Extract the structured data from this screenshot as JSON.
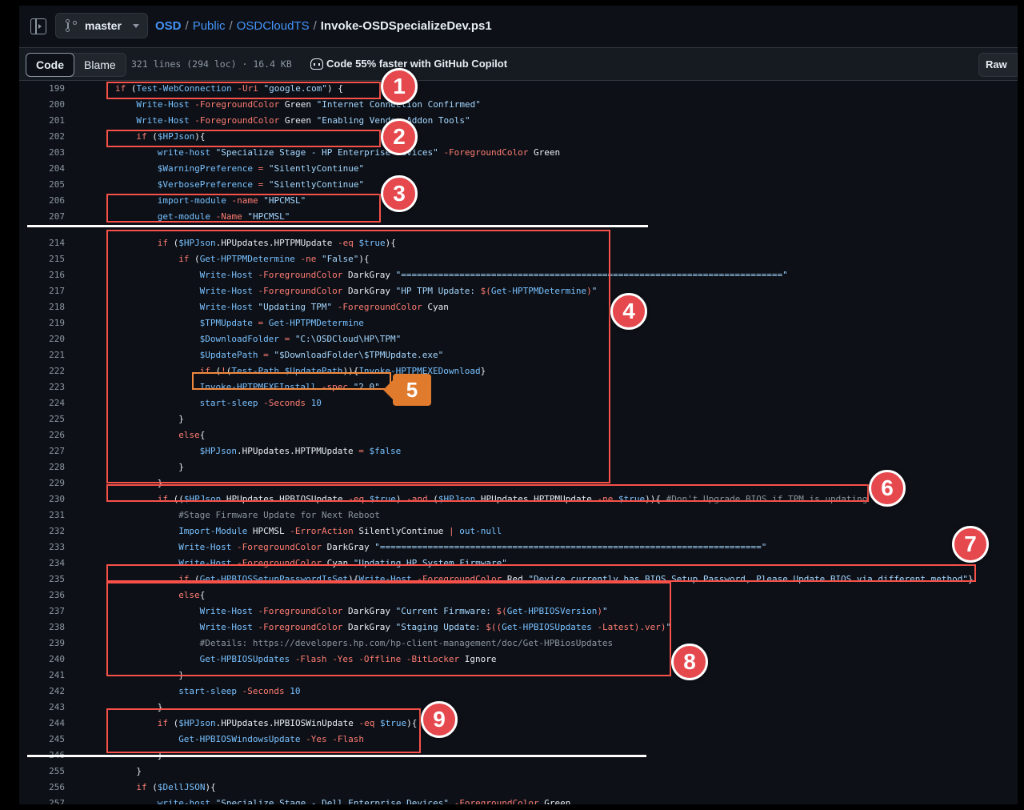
{
  "header": {
    "branch": "master",
    "breadcrumbs": [
      "OSD",
      "Public",
      "OSDCloudTS"
    ],
    "separator": "/",
    "file_name": "Invoke-OSDSpecializeDev.ps1"
  },
  "toolbar": {
    "tabs": [
      "Code",
      "Blame"
    ],
    "file_meta": "321 lines (294 loc) · 16.4 KB",
    "copilot_text": "Code 55% faster with GitHub Copilot",
    "raw_label": "Raw"
  },
  "colors": {
    "highlight": "#f85149",
    "badge": "#e5484d",
    "tag": "#e07a2c",
    "link": "#4493f8"
  },
  "icons": [
    "sidepanel-icon",
    "git-branch-icon",
    "chevron-down-icon",
    "copilot-icon"
  ],
  "code_lines": [
    {
      "n": "199",
      "indent": 1,
      "tokens": [
        [
          "k",
          "if"
        ],
        [
          "t",
          " ("
        ],
        [
          "c",
          "Test-WebConnection"
        ],
        [
          "t",
          " "
        ],
        [
          "k",
          "-Uri"
        ],
        [
          "t",
          " "
        ],
        [
          "s",
          "\"google.com\""
        ],
        [
          "t",
          ") {"
        ]
      ]
    },
    {
      "n": "200",
      "indent": 2,
      "tokens": [
        [
          "c",
          "Write-Host"
        ],
        [
          "t",
          " "
        ],
        [
          "k",
          "-ForegroundColor"
        ],
        [
          "t",
          " Green "
        ],
        [
          "s",
          "\"Internet Connection Confirmed\""
        ]
      ]
    },
    {
      "n": "201",
      "indent": 2,
      "tokens": [
        [
          "c",
          "Write-Host"
        ],
        [
          "t",
          " "
        ],
        [
          "k",
          "-ForegroundColor"
        ],
        [
          "t",
          " Green "
        ],
        [
          "s",
          "\"Enabling Vendor Addon Tools\""
        ]
      ]
    },
    {
      "n": "202",
      "indent": 2,
      "tokens": [
        [
          "k",
          "if"
        ],
        [
          "t",
          " ("
        ],
        [
          "v",
          "$HPJson"
        ],
        [
          "t",
          "){"
        ]
      ]
    },
    {
      "n": "203",
      "indent": 3,
      "tokens": [
        [
          "c",
          "write-host"
        ],
        [
          "t",
          " "
        ],
        [
          "s",
          "\"Specialize Stage - HP Enterprise Devices\""
        ],
        [
          "t",
          " "
        ],
        [
          "k",
          "-ForegroundColor"
        ],
        [
          "t",
          " Green"
        ]
      ]
    },
    {
      "n": "204",
      "indent": 3,
      "tokens": [
        [
          "v",
          "$WarningPreference"
        ],
        [
          "t",
          " "
        ],
        [
          "k",
          "="
        ],
        [
          "t",
          " "
        ],
        [
          "s",
          "\"SilentlyContinue\""
        ]
      ]
    },
    {
      "n": "205",
      "indent": 3,
      "tokens": [
        [
          "v",
          "$VerbosePreference"
        ],
        [
          "t",
          " "
        ],
        [
          "k",
          "="
        ],
        [
          "t",
          " "
        ],
        [
          "s",
          "\"SilentlyContinue\""
        ]
      ]
    },
    {
      "n": "206",
      "indent": 3,
      "tokens": [
        [
          "c",
          "import-module"
        ],
        [
          "t",
          " "
        ],
        [
          "k",
          "-name"
        ],
        [
          "t",
          " "
        ],
        [
          "s",
          "\"HPCMSL\""
        ]
      ]
    },
    {
      "n": "207",
      "indent": 3,
      "tokens": [
        [
          "c",
          "get-module"
        ],
        [
          "t",
          " "
        ],
        [
          "k",
          "-Name"
        ],
        [
          "t",
          " "
        ],
        [
          "s",
          "\"HPCMSL\""
        ]
      ]
    },
    {
      "n": "214",
      "indent": 3,
      "tokens": [
        [
          "k",
          "if"
        ],
        [
          "t",
          " ("
        ],
        [
          "v",
          "$HPJson"
        ],
        [
          "t",
          ".HPUpdates.HPTPMUpdate "
        ],
        [
          "k",
          "-eq"
        ],
        [
          "t",
          " "
        ],
        [
          "v",
          "$true"
        ],
        [
          "t",
          "){"
        ]
      ]
    },
    {
      "n": "215",
      "indent": 4,
      "tokens": [
        [
          "k",
          "if"
        ],
        [
          "t",
          " ("
        ],
        [
          "c",
          "Get-HPTPMDetermine"
        ],
        [
          "t",
          " "
        ],
        [
          "k",
          "-ne"
        ],
        [
          "t",
          " "
        ],
        [
          "s",
          "\"False\""
        ],
        [
          "t",
          "){"
        ]
      ]
    },
    {
      "n": "216",
      "indent": 5,
      "tokens": [
        [
          "c",
          "Write-Host"
        ],
        [
          "t",
          " "
        ],
        [
          "k",
          "-ForegroundColor"
        ],
        [
          "t",
          " DarkGray "
        ],
        [
          "s",
          "\"========================================================================\""
        ]
      ]
    },
    {
      "n": "217",
      "indent": 5,
      "tokens": [
        [
          "c",
          "Write-Host"
        ],
        [
          "t",
          " "
        ],
        [
          "k",
          "-ForegroundColor"
        ],
        [
          "t",
          " DarkGray "
        ],
        [
          "s",
          "\"HP TPM Update: "
        ],
        [
          "k",
          "$("
        ],
        [
          "c",
          "Get-HPTPMDetermine"
        ],
        [
          "k",
          ")"
        ],
        [
          "s",
          "\""
        ]
      ]
    },
    {
      "n": "218",
      "indent": 5,
      "tokens": [
        [
          "c",
          "Write-Host"
        ],
        [
          "t",
          " "
        ],
        [
          "s",
          "\"Updating TPM\""
        ],
        [
          "t",
          " "
        ],
        [
          "k",
          "-ForegroundColor"
        ],
        [
          "t",
          " Cyan"
        ]
      ]
    },
    {
      "n": "219",
      "indent": 5,
      "tokens": [
        [
          "v",
          "$TPMUpdate"
        ],
        [
          "t",
          " "
        ],
        [
          "k",
          "="
        ],
        [
          "t",
          " "
        ],
        [
          "c",
          "Get-HPTPMDetermine"
        ]
      ]
    },
    {
      "n": "220",
      "indent": 5,
      "tokens": [
        [
          "v",
          "$DownloadFolder"
        ],
        [
          "t",
          " "
        ],
        [
          "k",
          "="
        ],
        [
          "t",
          " "
        ],
        [
          "s",
          "\"C:\\OSDCloud\\HP\\TPM\""
        ]
      ]
    },
    {
      "n": "221",
      "indent": 5,
      "tokens": [
        [
          "v",
          "$UpdatePath"
        ],
        [
          "t",
          " "
        ],
        [
          "k",
          "="
        ],
        [
          "t",
          " "
        ],
        [
          "s",
          "\"$DownloadFolder\\$TPMUpdate.exe\""
        ]
      ]
    },
    {
      "n": "222",
      "indent": 5,
      "tokens": [
        [
          "k",
          "if"
        ],
        [
          "t",
          " ("
        ],
        [
          "k",
          "!"
        ],
        [
          "t",
          "("
        ],
        [
          "c",
          "Test-Path"
        ],
        [
          "t",
          " "
        ],
        [
          "v",
          "$UpdatePath"
        ],
        [
          "t",
          "))"
        ],
        [
          "t",
          "{"
        ],
        [
          "c",
          "Invoke-HPTPMEXEDownload"
        ],
        [
          "t",
          "}"
        ]
      ]
    },
    {
      "n": "223",
      "indent": 5,
      "tokens": [
        [
          "c",
          "Invoke-HPTPMEXEInstall"
        ],
        [
          "t",
          " "
        ],
        [
          "k",
          "-spec"
        ],
        [
          "t",
          " "
        ],
        [
          "s",
          "\"2.0\""
        ]
      ]
    },
    {
      "n": "224",
      "indent": 5,
      "tokens": [
        [
          "c",
          "start-sleep"
        ],
        [
          "t",
          " "
        ],
        [
          "k",
          "-Seconds"
        ],
        [
          "t",
          " "
        ],
        [
          "v",
          "10"
        ]
      ]
    },
    {
      "n": "225",
      "indent": 4,
      "tokens": [
        [
          "t",
          "}"
        ]
      ]
    },
    {
      "n": "226",
      "indent": 4,
      "tokens": [
        [
          "k",
          "else"
        ],
        [
          "t",
          "{"
        ]
      ]
    },
    {
      "n": "227",
      "indent": 5,
      "tokens": [
        [
          "v",
          "$HPJson"
        ],
        [
          "t",
          ".HPUpdates.HPTPMUpdate "
        ],
        [
          "k",
          "="
        ],
        [
          "t",
          " "
        ],
        [
          "v",
          "$false"
        ]
      ]
    },
    {
      "n": "228",
      "indent": 4,
      "tokens": [
        [
          "t",
          "}"
        ]
      ]
    },
    {
      "n": "229",
      "indent": 3,
      "tokens": [
        [
          "t",
          "}"
        ]
      ]
    },
    {
      "n": "230",
      "indent": 3,
      "tokens": [
        [
          "k",
          "if"
        ],
        [
          "t",
          " (("
        ],
        [
          "v",
          "$HPJson"
        ],
        [
          "t",
          ".HPUpdates.HPBIOSUpdate "
        ],
        [
          "k",
          "-eq"
        ],
        [
          "t",
          " "
        ],
        [
          "v",
          "$true"
        ],
        [
          "t",
          ") "
        ],
        [
          "k",
          "-and"
        ],
        [
          "t",
          " ("
        ],
        [
          "v",
          "$HPJson"
        ],
        [
          "t",
          ".HPUpdates.HPTPMUpdate "
        ],
        [
          "k",
          "-ne"
        ],
        [
          "t",
          " "
        ],
        [
          "v",
          "$true"
        ],
        [
          "t",
          ")){ "
        ],
        [
          "m",
          "#Don't Upgrade BIOS if TPM is updating"
        ]
      ]
    },
    {
      "n": "231",
      "indent": 4,
      "tokens": [
        [
          "m",
          "#Stage Firmware Update for Next Reboot"
        ]
      ]
    },
    {
      "n": "232",
      "indent": 4,
      "tokens": [
        [
          "c",
          "Import-Module"
        ],
        [
          "t",
          " HPCMSL "
        ],
        [
          "k",
          "-ErrorAction"
        ],
        [
          "t",
          " SilentlyContinue "
        ],
        [
          "k",
          "|"
        ],
        [
          "t",
          " "
        ],
        [
          "c",
          "out-null"
        ]
      ]
    },
    {
      "n": "233",
      "indent": 4,
      "tokens": [
        [
          "c",
          "Write-Host"
        ],
        [
          "t",
          " "
        ],
        [
          "k",
          "-ForegroundColor"
        ],
        [
          "t",
          " DarkGray "
        ],
        [
          "s",
          "\"========================================================================\""
        ]
      ]
    },
    {
      "n": "234",
      "indent": 4,
      "tokens": [
        [
          "c",
          "Write-Host"
        ],
        [
          "t",
          " "
        ],
        [
          "k",
          "-ForegroundColor"
        ],
        [
          "t",
          " Cyan "
        ],
        [
          "s",
          "\"Updating HP System Firmware\""
        ]
      ]
    },
    {
      "n": "235",
      "indent": 4,
      "tokens": [
        [
          "k",
          "if"
        ],
        [
          "t",
          " ("
        ],
        [
          "c",
          "Get-HPBIOSSetupPasswordIsSet"
        ],
        [
          "t",
          "){"
        ],
        [
          "c",
          "Write-Host"
        ],
        [
          "t",
          " "
        ],
        [
          "k",
          "-ForegroundColor"
        ],
        [
          "t",
          " Red "
        ],
        [
          "s",
          "\"Device currently has BIOS Setup Password, Please Update BIOS via different method\""
        ],
        [
          "t",
          "}"
        ]
      ]
    },
    {
      "n": "236",
      "indent": 4,
      "tokens": [
        [
          "k",
          "else"
        ],
        [
          "t",
          "{"
        ]
      ]
    },
    {
      "n": "237",
      "indent": 5,
      "tokens": [
        [
          "c",
          "Write-Host"
        ],
        [
          "t",
          " "
        ],
        [
          "k",
          "-ForegroundColor"
        ],
        [
          "t",
          " DarkGray "
        ],
        [
          "s",
          "\"Current Firmware: "
        ],
        [
          "k",
          "$("
        ],
        [
          "c",
          "Get-HPBIOSVersion"
        ],
        [
          "k",
          ")"
        ],
        [
          "s",
          "\""
        ]
      ]
    },
    {
      "n": "238",
      "indent": 5,
      "tokens": [
        [
          "c",
          "Write-Host"
        ],
        [
          "t",
          " "
        ],
        [
          "k",
          "-ForegroundColor"
        ],
        [
          "t",
          " DarkGray "
        ],
        [
          "s",
          "\"Staging Update: "
        ],
        [
          "k",
          "$(("
        ],
        [
          "c",
          "Get-HPBIOSUpdates"
        ],
        [
          "t",
          " "
        ],
        [
          "k",
          "-Latest"
        ],
        [
          "k",
          ").ver)"
        ],
        [
          "s",
          "\""
        ]
      ]
    },
    {
      "n": "239",
      "indent": 5,
      "tokens": [
        [
          "m",
          "#Details: https://developers.hp.com/hp-client-management/doc/Get-HPBiosUpdates"
        ]
      ]
    },
    {
      "n": "240",
      "indent": 5,
      "tokens": [
        [
          "c",
          "Get-HPBIOSUpdates"
        ],
        [
          "t",
          " "
        ],
        [
          "k",
          "-Flash"
        ],
        [
          "t",
          " "
        ],
        [
          "k",
          "-Yes"
        ],
        [
          "t",
          " "
        ],
        [
          "k",
          "-Offline"
        ],
        [
          "t",
          " "
        ],
        [
          "k",
          "-BitLocker"
        ],
        [
          "t",
          " Ignore"
        ]
      ]
    },
    {
      "n": "241",
      "indent": 4,
      "tokens": [
        [
          "t",
          "}"
        ]
      ]
    },
    {
      "n": "242",
      "indent": 4,
      "tokens": [
        [
          "c",
          "start-sleep"
        ],
        [
          "t",
          " "
        ],
        [
          "k",
          "-Seconds"
        ],
        [
          "t",
          " "
        ],
        [
          "v",
          "10"
        ]
      ]
    },
    {
      "n": "243",
      "indent": 3,
      "tokens": [
        [
          "t",
          "}"
        ]
      ]
    },
    {
      "n": "244",
      "indent": 3,
      "tokens": [
        [
          "k",
          "if"
        ],
        [
          "t",
          " ("
        ],
        [
          "v",
          "$HPJson"
        ],
        [
          "t",
          ".HPUpdates.HPBIOSWinUpdate "
        ],
        [
          "k",
          "-eq"
        ],
        [
          "t",
          " "
        ],
        [
          "v",
          "$true"
        ],
        [
          "t",
          "){"
        ]
      ]
    },
    {
      "n": "245",
      "indent": 4,
      "tokens": [
        [
          "c",
          "Get-HPBIOSWindowsUpdate"
        ],
        [
          "t",
          " "
        ],
        [
          "k",
          "-Yes"
        ],
        [
          "t",
          " "
        ],
        [
          "k",
          "-Flash"
        ]
      ]
    },
    {
      "n": "246",
      "indent": 3,
      "tokens": [
        [
          "t",
          "}"
        ]
      ]
    },
    {
      "n": "255",
      "indent": 2,
      "tokens": [
        [
          "t",
          "}"
        ]
      ]
    },
    {
      "n": "256",
      "indent": 2,
      "tokens": [
        [
          "k",
          "if"
        ],
        [
          "t",
          " ("
        ],
        [
          "v",
          "$DellJSON"
        ],
        [
          "t",
          "){"
        ]
      ]
    },
    {
      "n": "257",
      "indent": 3,
      "tokens": [
        [
          "c",
          "write-host"
        ],
        [
          "t",
          " "
        ],
        [
          "s",
          "\"Specialize Stage - Dell Enterprise Devices\""
        ],
        [
          "t",
          " "
        ],
        [
          "k",
          "-ForegroundColor"
        ],
        [
          "t",
          " Green"
        ]
      ]
    }
  ],
  "callouts": [
    "1",
    "2",
    "3",
    "4",
    "5",
    "6",
    "7",
    "8",
    "9"
  ]
}
